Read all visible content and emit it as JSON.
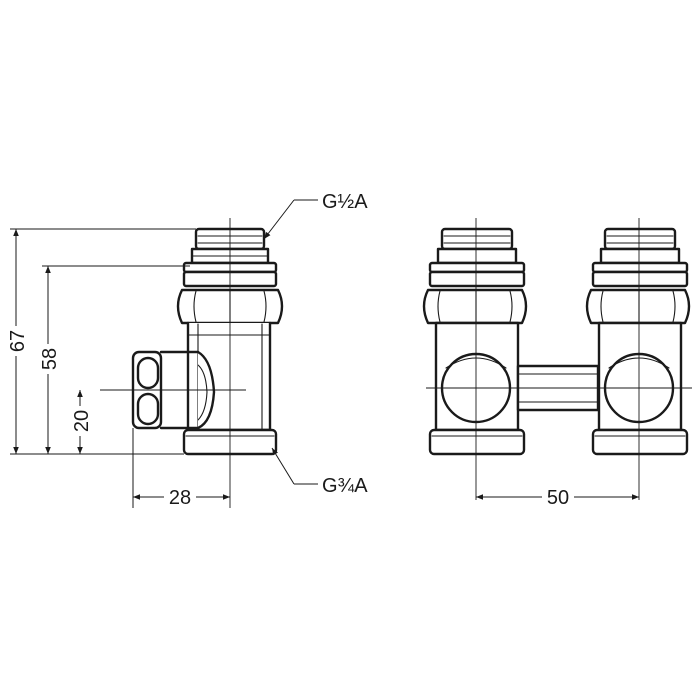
{
  "dimensions": {
    "height_total": "67",
    "height_inlet": "58",
    "height_side": "20",
    "depth": "28",
    "spacing": "50"
  },
  "threads": {
    "top": "G½A",
    "bottom": "G¾A"
  }
}
